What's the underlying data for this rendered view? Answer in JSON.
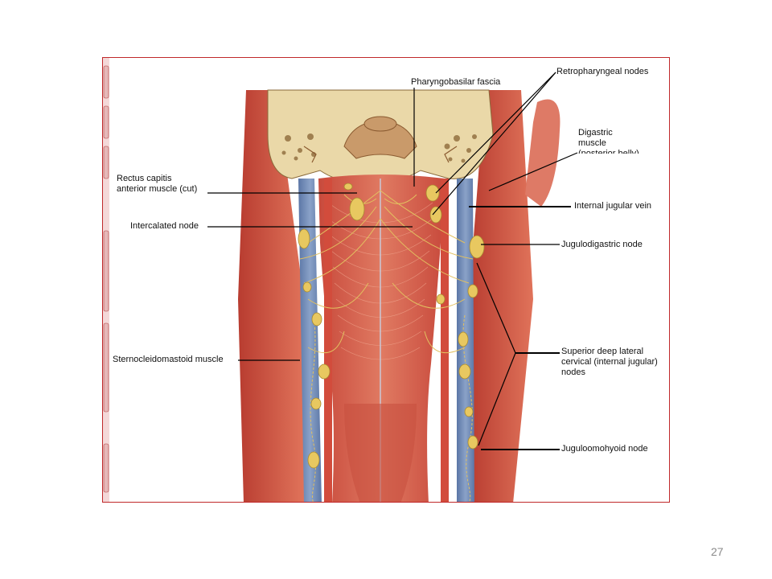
{
  "slide": {
    "page_number": "27"
  },
  "figure": {
    "labels": {
      "pharyngobasilar_fascia": "Pharyngobasilar fascia",
      "retropharyngeal_nodes": "Retropharyngeal nodes",
      "digastric_muscle": "Digastric\nmuscle\n(posterior belly)",
      "rectus_capitis": "Rectus capitis\nanterior muscle (cut)",
      "internal_jugular_vein": "Internal jugular vein",
      "intercalated_node": "Intercalated node",
      "jugulodigastric_node": "Jugulodigastric node",
      "superior_deep_lateral": "Superior deep lateral\ncervical (internal jugular)\nnodes",
      "sternocleidomastoid": "Sternocleidomastoid muscle",
      "juguloomohyoid_node": "Juguloomohyoid node"
    }
  }
}
